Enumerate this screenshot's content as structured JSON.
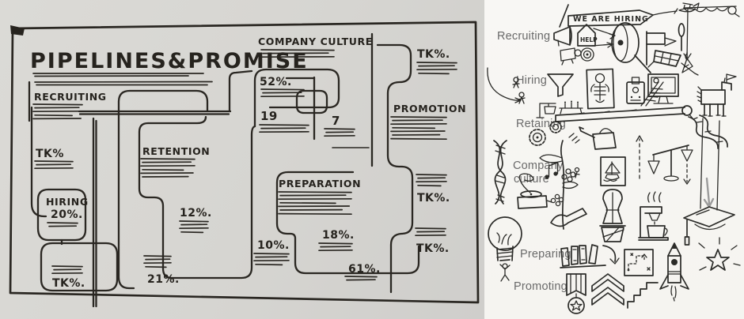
{
  "colors": {
    "paper_grey": "#d6d5d1",
    "ink_black": "#2a2722",
    "panel_white": "#f7f6f2",
    "label_grey": "#6a6a6a",
    "muted_arrow_grey": "#9b9b9b"
  },
  "left": {
    "title": "PIPELINES&PROMISE",
    "recruiting": "RECRUITING",
    "tk_left": "TK%",
    "hiring": "HIRING",
    "hiring_value": "20%.",
    "tk_bottom_left": "TK%.",
    "retention": "RETENTION",
    "retention_value": "12%.",
    "val_21": "21%.",
    "company_culture": "COMPANY CULTURE",
    "val_52": "52%.",
    "val_19": "19",
    "val_7": "7",
    "preparation": "PREPARATION",
    "val_10": "10%.",
    "val_18": "18%.",
    "val_61": "61%.",
    "tk_top_right": "TK%.",
    "promotion": "PROMOTION",
    "tk_right_mid": "TK%.",
    "tk_right_low": "TK%."
  },
  "right": {
    "banner_text": "WE ARE HIRING",
    "help_sign": "HELP",
    "labels": {
      "recruiting": "Recruiting",
      "hiring": "Hiring",
      "retaining": "Retaining",
      "company_culture_line1": "Company",
      "company_culture_line2": "culture",
      "preparing": "Preparing",
      "promoting": "Promoting"
    }
  }
}
